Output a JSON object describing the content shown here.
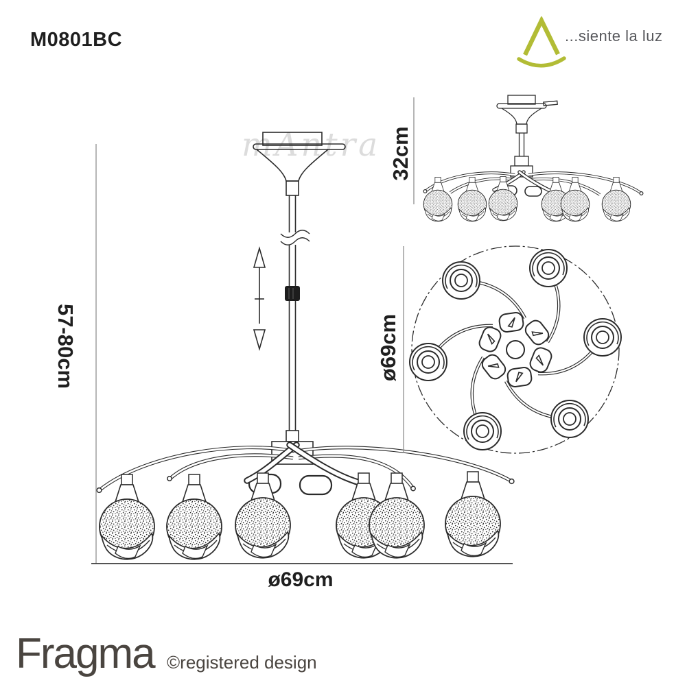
{
  "page": {
    "model_number": "M0801BC",
    "brand_tagline": "...siente la luz",
    "watermark": "mAntra",
    "product_name": "Fragma",
    "registered_note": "©registered design"
  },
  "dimensions": {
    "height_range_label": "57-80cm",
    "compact_height_label": "32cm",
    "top_view_diameter_label": "ø69cm",
    "front_diameter_label": "ø69cm"
  },
  "colors": {
    "line_art": "#2b2b2b",
    "dimension_line": "#8f8f8f",
    "brand_green": "#b2bc35",
    "tagline_gray": "#56575b",
    "footer_gray": "#4a4540",
    "watermark_gray": "#dcdcdc"
  }
}
